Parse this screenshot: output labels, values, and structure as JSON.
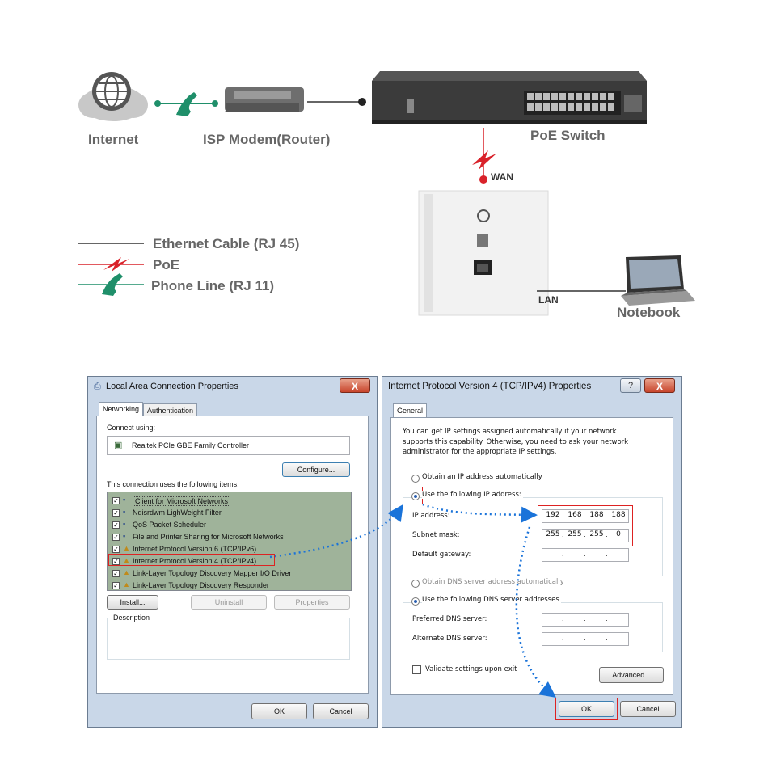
{
  "topology": {
    "internet_label": "Internet",
    "modem_label": "ISP Modem(Router)",
    "switch_label": "PoE Switch",
    "wan_label": "WAN",
    "lan_label": "LAN",
    "notebook_label": "Notebook"
  },
  "legend": {
    "ethernet": "Ethernet Cable (RJ 45)",
    "poe": "PoE",
    "phone": "Phone Line (RJ 11)"
  },
  "lan_props": {
    "title": "Local Area Connection Properties",
    "close": "X",
    "tabs": [
      "Networking",
      "Authentication"
    ],
    "connect_using_label": "Connect using:",
    "adapter": "Realtek PCIe GBE Family Controller",
    "configure_button": "Configure...",
    "items_label": "This connection uses the following items:",
    "items": [
      "Client for Microsoft Networks",
      "Ndisrdwm LighWeight Filter",
      "QoS Packet Scheduler",
      "File and Printer Sharing for Microsoft Networks",
      "Internet Protocol Version 6 (TCP/IPv6)",
      "Internet Protocol Version 4 (TCP/IPv4)",
      "Link-Layer Topology Discovery Mapper I/O Driver",
      "Link-Layer Topology Discovery Responder"
    ],
    "install_button": "Install...",
    "uninstall_button": "Uninstall",
    "properties_button": "Properties",
    "description_label": "Description",
    "ok_button": "OK",
    "cancel_button": "Cancel"
  },
  "ipv4_props": {
    "title": "Internet Protocol Version 4 (TCP/IPv4) Properties",
    "help": "?",
    "close": "X",
    "tab": "General",
    "intro_line1": "You can get IP settings assigned automatically if your network",
    "intro_line2": "supports this capability. Otherwise, you need to ask your network",
    "intro_line3": "administrator for the appropriate IP settings.",
    "obtain_ip_auto": "Obtain an IP address automatically",
    "use_following_ip": "Use the following IP address:",
    "ip_address_label": "IP address:",
    "ip_address": [
      "192",
      "168",
      "188",
      "188"
    ],
    "subnet_mask_label": "Subnet mask:",
    "subnet_mask": [
      "255",
      "255",
      "255",
      "0"
    ],
    "default_gateway_label": "Default gateway:",
    "obtain_dns_auto": "Obtain DNS server address automatically",
    "use_following_dns": "Use the following DNS server addresses",
    "preferred_dns_label": "Preferred DNS server:",
    "alternate_dns_label": "Alternate DNS server:",
    "validate_label": "Validate settings upon exit",
    "advanced_button": "Advanced...",
    "ok_button": "OK",
    "cancel_button": "Cancel"
  },
  "colors": {
    "poe_red": "#d9222a",
    "phone_green": "#1f8f6a",
    "arrow_blue": "#1a73d9",
    "highlight_red": "#d22222"
  }
}
